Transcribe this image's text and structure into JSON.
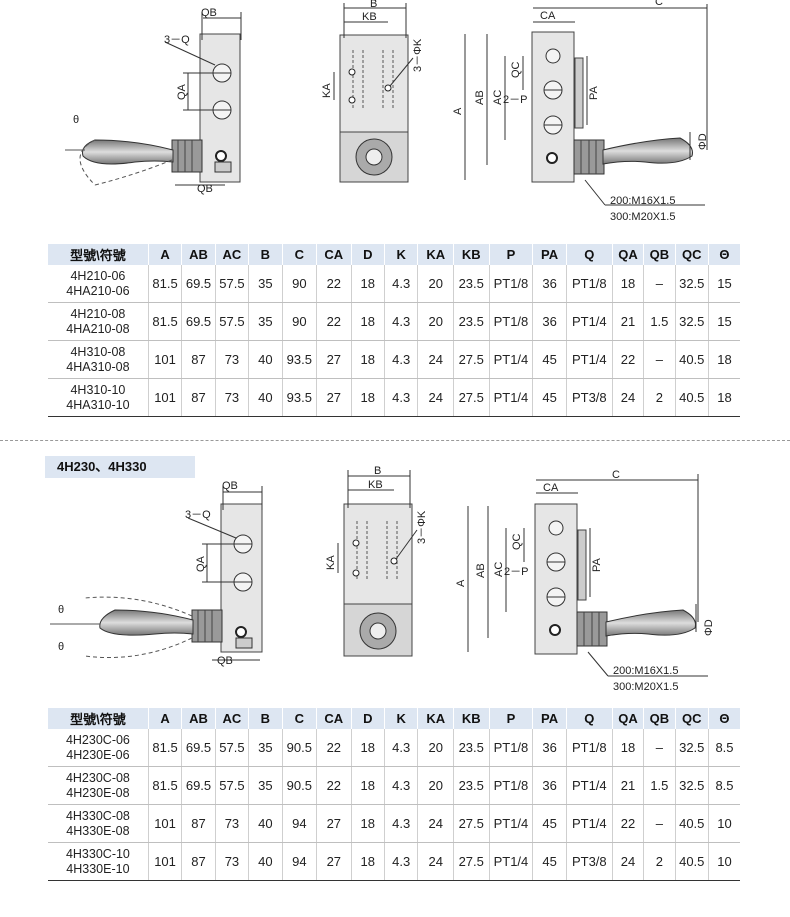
{
  "section2_title": "4H230、4H330",
  "table_headers": [
    "型號\\符號",
    "A",
    "AB",
    "AC",
    "B",
    "C",
    "CA",
    "D",
    "K",
    "KA",
    "KB",
    "P",
    "PA",
    "Q",
    "QA",
    "QB",
    "QC",
    "Θ"
  ],
  "table1": [
    {
      "models": [
        "4H210-06",
        "4HA210-06"
      ],
      "cells": [
        "81.5",
        "69.5",
        "57.5",
        "35",
        "90",
        "22",
        "18",
        "4.3",
        "20",
        "23.5",
        "PT1/8",
        "36",
        "PT1/8",
        "18",
        "–",
        "32.5",
        "15"
      ]
    },
    {
      "models": [
        "4H210-08",
        "4HA210-08"
      ],
      "cells": [
        "81.5",
        "69.5",
        "57.5",
        "35",
        "90",
        "22",
        "18",
        "4.3",
        "20",
        "23.5",
        "PT1/8",
        "36",
        "PT1/4",
        "21",
        "1.5",
        "32.5",
        "15"
      ]
    },
    {
      "models": [
        "4H310-08",
        "4HA310-08"
      ],
      "cells": [
        "101",
        "87",
        "73",
        "40",
        "93.5",
        "27",
        "18",
        "4.3",
        "24",
        "27.5",
        "PT1/4",
        "45",
        "PT1/4",
        "22",
        "–",
        "40.5",
        "18"
      ]
    },
    {
      "models": [
        "4H310-10",
        "4HA310-10"
      ],
      "cells": [
        "101",
        "87",
        "73",
        "40",
        "93.5",
        "27",
        "18",
        "4.3",
        "24",
        "27.5",
        "PT1/4",
        "45",
        "PT3/8",
        "24",
        "2",
        "40.5",
        "18"
      ]
    }
  ],
  "table2": [
    {
      "models": [
        "4H230C-06",
        "4H230E-06"
      ],
      "cells": [
        "81.5",
        "69.5",
        "57.5",
        "35",
        "90.5",
        "22",
        "18",
        "4.3",
        "20",
        "23.5",
        "PT1/8",
        "36",
        "PT1/8",
        "18",
        "–",
        "32.5",
        "8.5"
      ]
    },
    {
      "models": [
        "4H230C-08",
        "4H230E-08"
      ],
      "cells": [
        "81.5",
        "69.5",
        "57.5",
        "35",
        "90.5",
        "22",
        "18",
        "4.3",
        "20",
        "23.5",
        "PT1/8",
        "36",
        "PT1/4",
        "21",
        "1.5",
        "32.5",
        "8.5"
      ]
    },
    {
      "models": [
        "4H330C-08",
        "4H330E-08"
      ],
      "cells": [
        "101",
        "87",
        "73",
        "40",
        "94",
        "27",
        "18",
        "4.3",
        "24",
        "27.5",
        "PT1/4",
        "45",
        "PT1/4",
        "22",
        "–",
        "40.5",
        "10"
      ]
    },
    {
      "models": [
        "4H330C-10",
        "4H330E-10"
      ],
      "cells": [
        "101",
        "87",
        "73",
        "40",
        "94",
        "27",
        "18",
        "4.3",
        "24",
        "27.5",
        "PT1/4",
        "45",
        "PT3/8",
        "24",
        "2",
        "40.5",
        "10"
      ]
    }
  ],
  "d1": {
    "qb_top": "QB",
    "q": "3－Q",
    "qa": "QA",
    "theta": "θ",
    "qb_bottom": "QB"
  },
  "d2": {
    "b": "B",
    "kb": "KB",
    "ka": "KA",
    "k": "3－ΦK"
  },
  "d3": {
    "ca": "CA",
    "c": "C",
    "a": "A",
    "ab": "AB",
    "ac": "AC",
    "qc": "QC",
    "p": "2－P",
    "pa": "PA",
    "d": "ΦD",
    "thread1": "200:M16X1.5",
    "thread2": "300:M20X1.5"
  },
  "d4": {
    "qb_top": "QB",
    "q": "3－Q",
    "qa": "QA",
    "theta_top": "θ",
    "theta_bottom": "θ",
    "qb_bottom": "QB"
  },
  "d5": {
    "b": "B",
    "kb": "KB",
    "ka": "KA",
    "k": "3－ΦK"
  },
  "d6": {
    "ca": "CA",
    "c": "C",
    "a": "A",
    "ab": "AB",
    "ac": "AC",
    "qc": "QC",
    "p": "2－P",
    "pa": "PA",
    "d": "ΦD",
    "thread1": "200:M16X1.5",
    "thread2": "300:M20X1.5"
  }
}
